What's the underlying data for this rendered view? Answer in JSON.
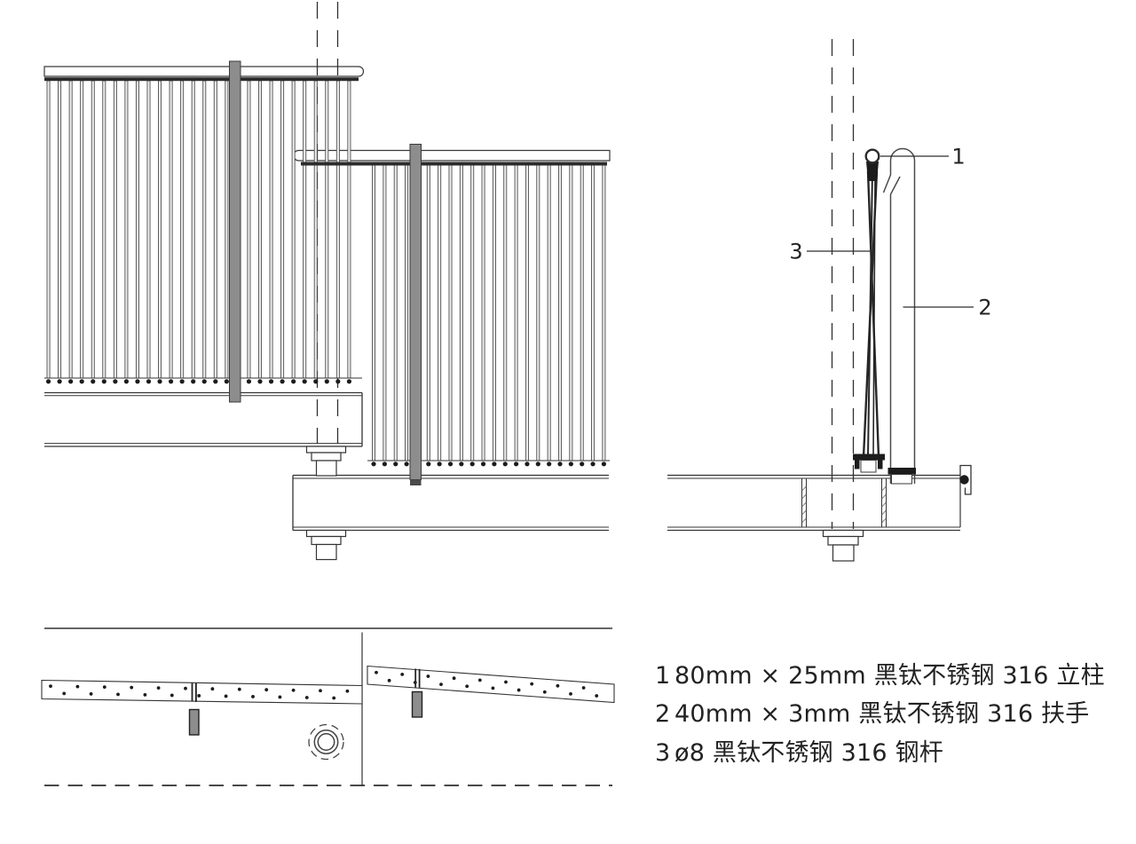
{
  "drawing": {
    "title": "railing-detail-drawing",
    "colors": {
      "background": "#ffffff",
      "line": "#333333",
      "dark_fill": "#1c1c1c",
      "post_grey": "#8d8d8d",
      "rail_bar": "#2b2b2b"
    }
  },
  "callouts": {
    "c1": "1",
    "c2": "2",
    "c3": "3"
  },
  "legend": {
    "items": [
      {
        "num": "1",
        "text": "80mm × 25mm 黑钛不锈钢 316 立柱"
      },
      {
        "num": "2",
        "text": "40mm × 3mm 黑钛不锈钢 316 扶手"
      },
      {
        "num": "3",
        "text": "ø8 黑钛不锈钢 316 钢杆"
      }
    ]
  }
}
